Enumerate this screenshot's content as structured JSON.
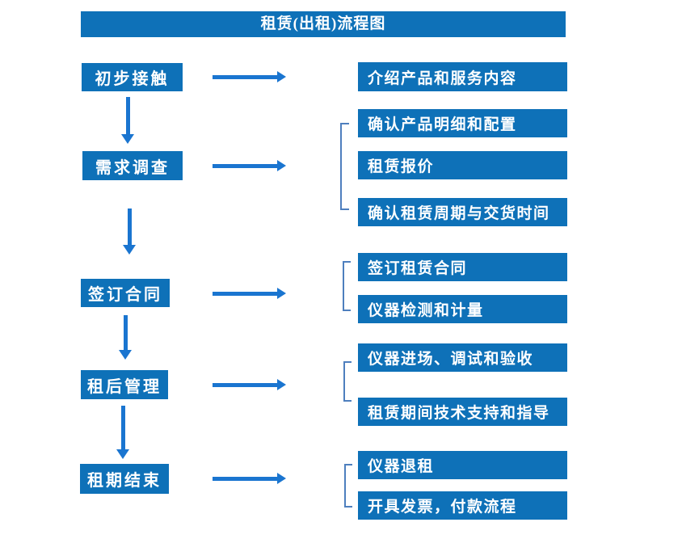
{
  "title": "租赁(出租)流程图",
  "colors": {
    "box_blue": "#0E71B8",
    "arrow_blue": "#1A75D0",
    "bracket_blue": "#4E7FBE",
    "text_white": "#FFFFFF",
    "background": "#FFFFFF"
  },
  "flow": {
    "stages": [
      {
        "label": "初步接触",
        "outputs": [
          "介绍产品和服务内容"
        ]
      },
      {
        "label": "需求调查",
        "outputs": [
          "确认产品明细和配置",
          "租赁报价",
          "确认租赁周期与交货时间"
        ]
      },
      {
        "label": "签订合同",
        "outputs": [
          "签订租赁合同",
          "仪器检测和计量"
        ]
      },
      {
        "label": "租后管理",
        "outputs": [
          "仪器进场、调试和验收",
          "租赁期间技术支持和指导"
        ]
      },
      {
        "label": "租期结束",
        "outputs": [
          "仪器退租",
          "开具发票，付款流程"
        ]
      }
    ]
  }
}
